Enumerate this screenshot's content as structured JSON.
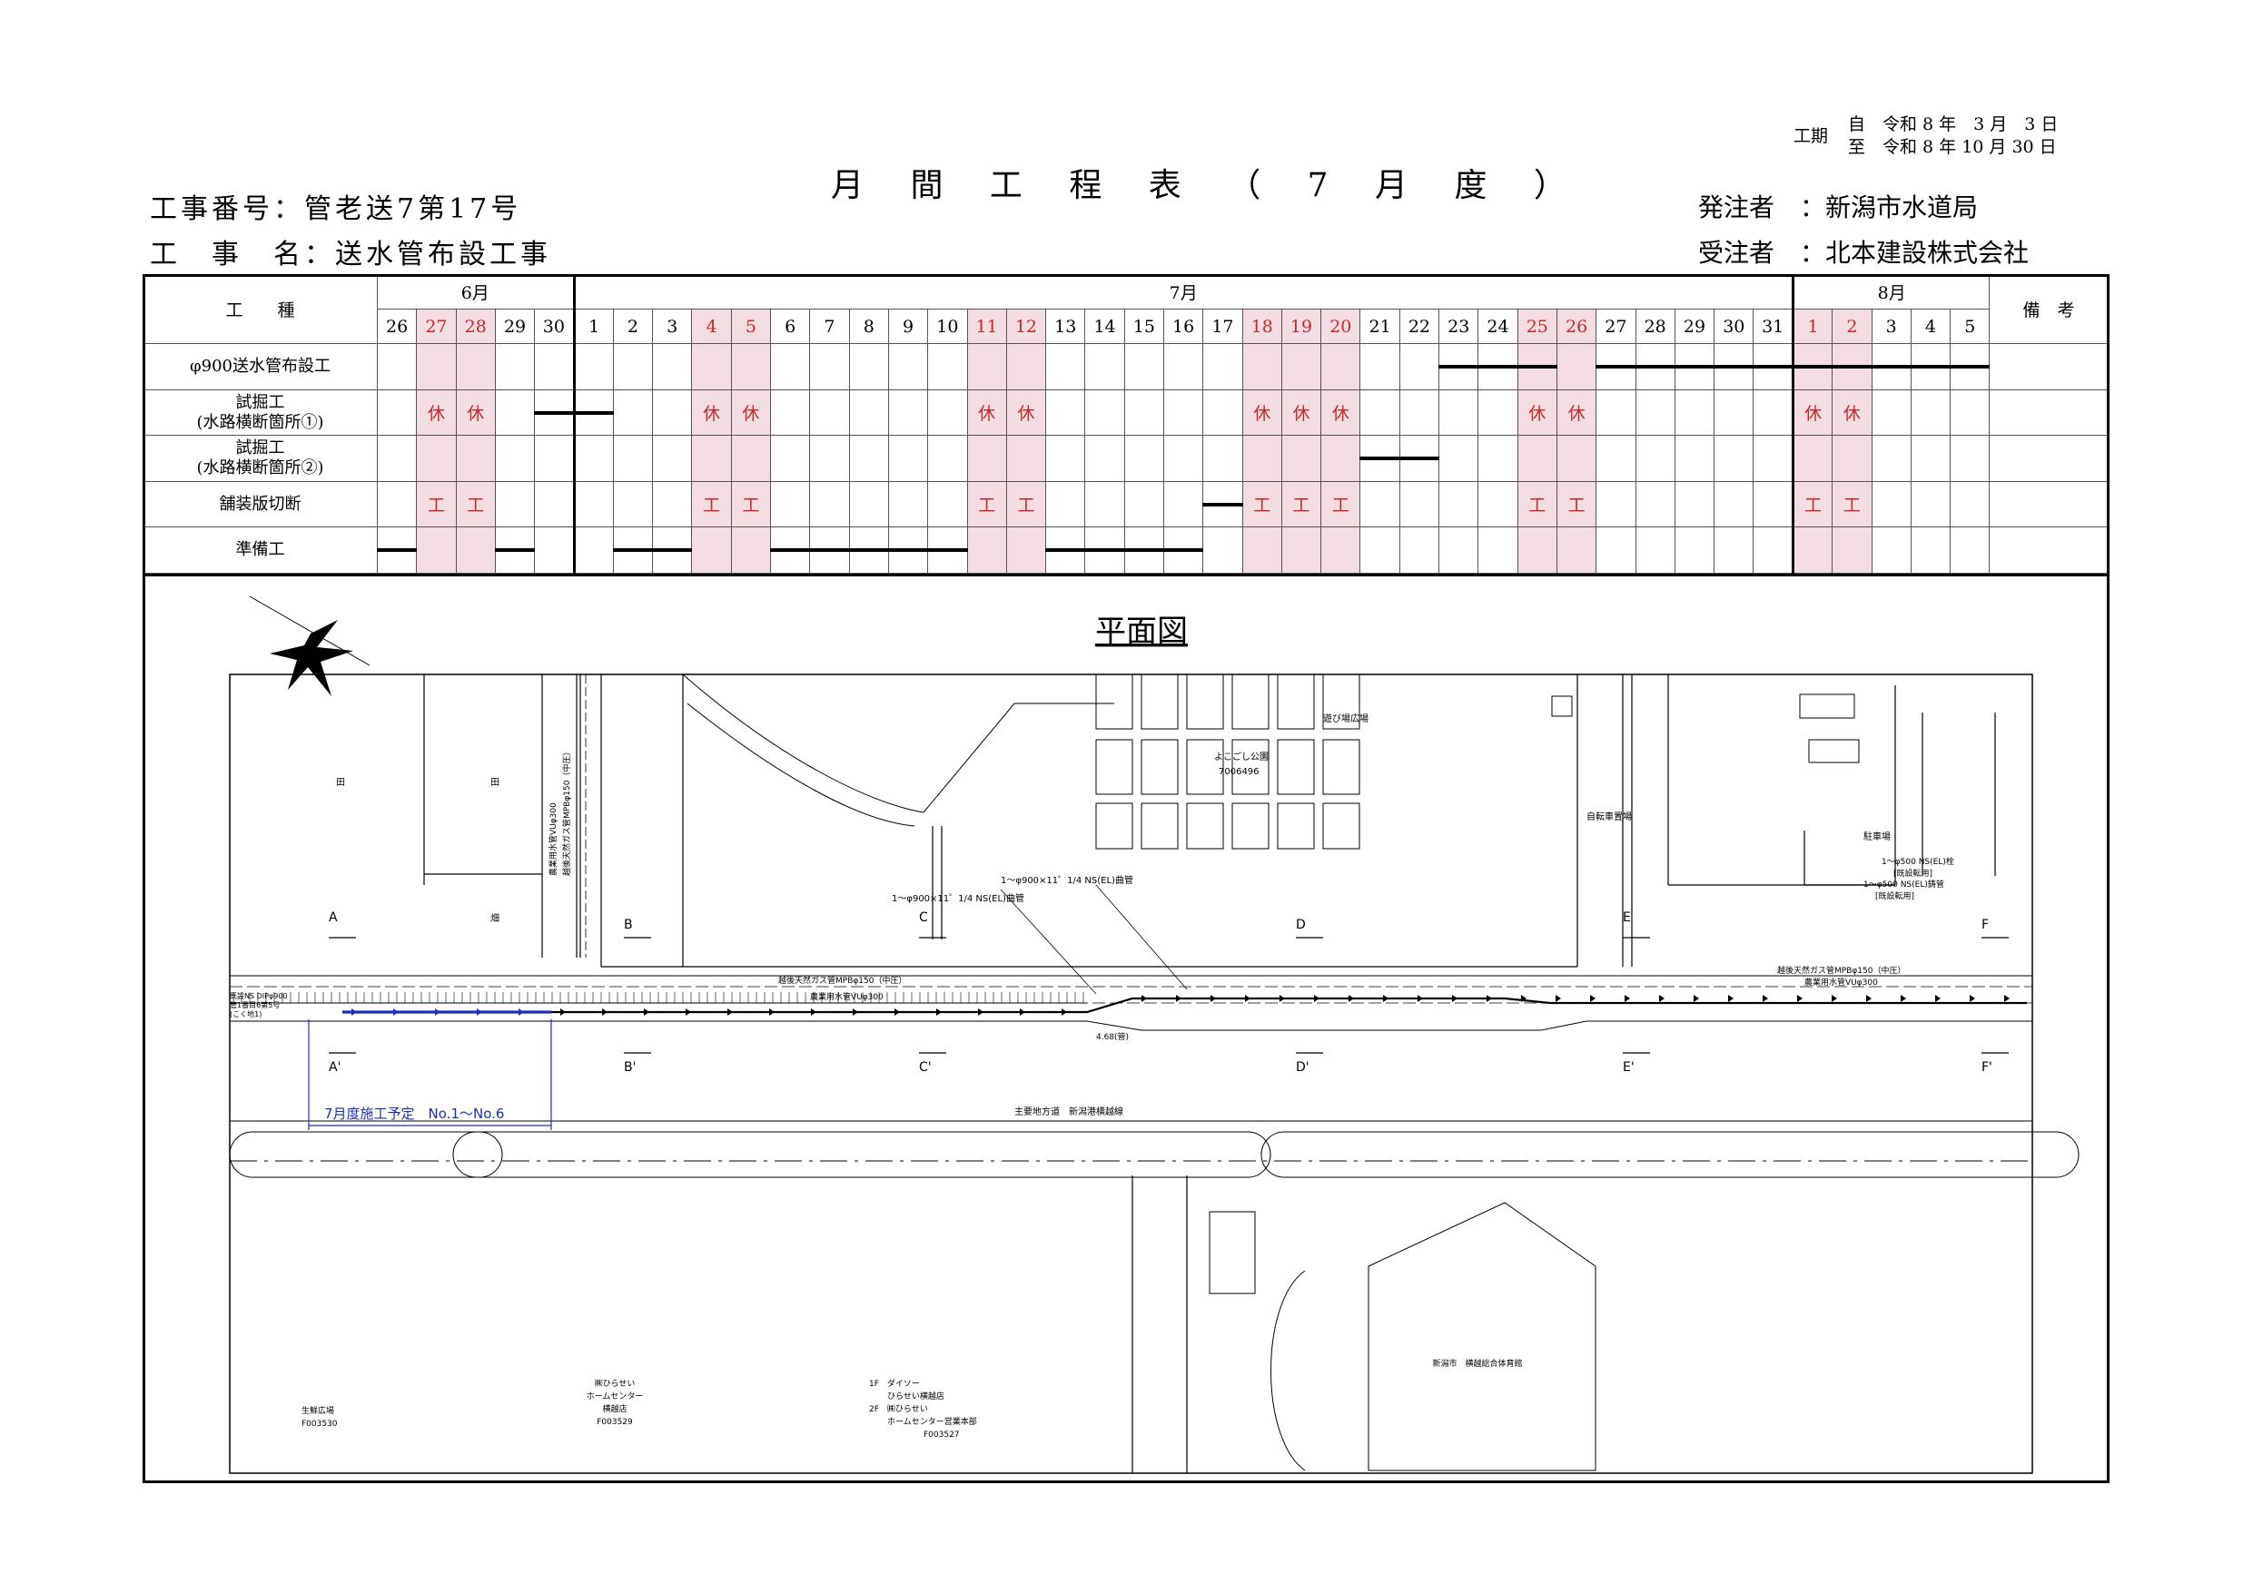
{
  "title": "月 間 工 程 表 （ 7 月 度 ）",
  "work_no": "工事番号：管老送7第17号",
  "work_name": "工　事　名：送水管布設工事",
  "period": {
    "label": "工期",
    "from": "自　令和 8 年　3 月　3 日",
    "to": "至　令和 8 年 10 月 30 日"
  },
  "client": "発注者　：新潟市水道局",
  "contractor": "受注者　：北本建設株式会社",
  "schedule": {
    "col_header_work": "工　　種",
    "col_header_remarks": "備　考",
    "months": [
      "6月",
      "7月",
      "8月"
    ],
    "days": [
      "26",
      "27",
      "28",
      "29",
      "30",
      "1",
      "2",
      "3",
      "4",
      "5",
      "6",
      "7",
      "8",
      "9",
      "10",
      "11",
      "12",
      "13",
      "14",
      "15",
      "16",
      "17",
      "18",
      "19",
      "20",
      "21",
      "22",
      "23",
      "24",
      "25",
      "26",
      "27",
      "28",
      "29",
      "30",
      "31",
      "1",
      "2",
      "3",
      "4",
      "5"
    ],
    "holidays": [
      1,
      2,
      8,
      9,
      15,
      16,
      22,
      23,
      24,
      29,
      30,
      36,
      37
    ],
    "rows": [
      {
        "name": "φ900送水管布設工",
        "marks": [],
        "bars": [
          [
            27,
            30
          ],
          [
            31,
            41
          ]
        ]
      },
      {
        "name": "試掘工\n(水路横断箇所①)",
        "marks": [
          "休",
          "休",
          "休",
          "休",
          "休",
          "休",
          "休",
          "休",
          "休",
          "休",
          "休",
          "休",
          "休"
        ],
        "bars": [
          [
            4,
            6
          ]
        ]
      },
      {
        "name": "試掘工\n(水路横断箇所②)",
        "marks": [],
        "bars": [
          [
            25,
            27
          ]
        ]
      },
      {
        "name": "舗装版切断",
        "marks": [
          "工",
          "工",
          "工",
          "工",
          "工",
          "工",
          "工",
          "工",
          "工",
          "工",
          "工",
          "工",
          "工"
        ],
        "bars": [
          [
            21,
            22
          ]
        ]
      },
      {
        "name": "準備工",
        "marks": [],
        "bars": [
          [
            0,
            1
          ],
          [
            3,
            4
          ],
          [
            6,
            8
          ],
          [
            10,
            15
          ],
          [
            17,
            21
          ]
        ]
      }
    ]
  },
  "plan": {
    "title": "平面図",
    "labels": {
      "field1": "田",
      "field2": "田",
      "field3": "畑",
      "park": "よこごし公園",
      "park_id": "7006496",
      "play": "遊び場広場",
      "bike": "自転車置場",
      "parking": "駐車場",
      "road": "主要地方道　新潟港横越線",
      "fire": "越後天然ガス管MPBφ150（中圧）",
      "agri": "農業用水管VUφ300",
      "bend1": "1～φ900×11゜1/4 NS(EL)曲管",
      "bend2": "1～φ900×11゜1/4 NS(EL)曲管",
      "v1": "1～φ500 NS(EL)栓",
      "v1b": "[既設転用]",
      "v2": "1～φ500 NS(EL)鋳管",
      "v2b": "[既設転用]",
      "existing": "既設NS DIPφ900",
      "existing2": "管1番目6第5号",
      "existing3": "(こく地1)",
      "dim": "4.68(管)",
      "vert1": "農業用水管VUφ300",
      "vert2": "越後天然ガス管MPBφ150（中圧）",
      "plan_note": "7月度施工予定　No.1～No.6",
      "shop1a": "生鮮広場",
      "shop1b": "F003530",
      "shop2a": "㈱ひらせい",
      "shop2b": "ホームセンター",
      "shop2c": "横越店",
      "shop2d": "F003529",
      "shop3a": "1F　ダイソー",
      "shop3b": "ひらせい横越店",
      "shop3c": "2F　㈱ひらせい",
      "shop3d": "ホームセンター営業本部",
      "shop3e": "F003527",
      "gym": "新潟市　横越総合体育館",
      "sec": [
        "A",
        "B",
        "C",
        "D",
        "E",
        "F"
      ],
      "sec2": [
        "A'",
        "B'",
        "C'",
        "D'",
        "E'",
        "F'"
      ]
    }
  }
}
